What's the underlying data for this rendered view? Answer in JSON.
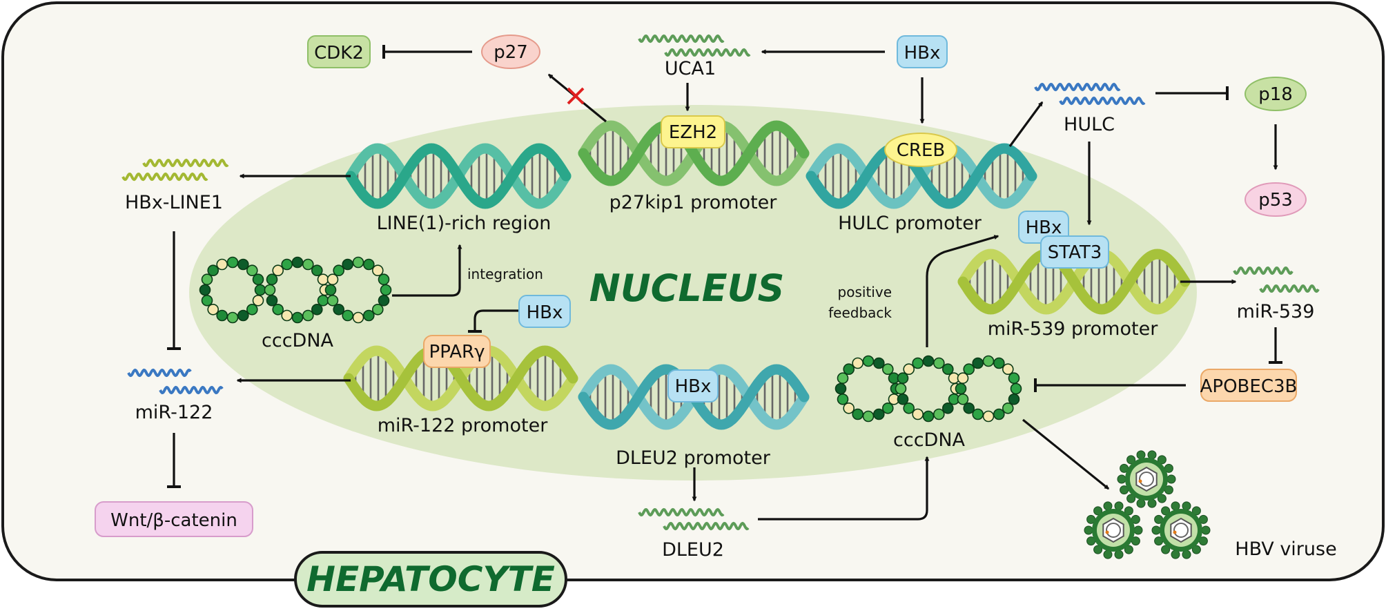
{
  "labels": {
    "cell": "HEPATOCYTE",
    "nucleus": "NUCLEUS",
    "cdk2": "CDK2",
    "p27": "p27",
    "uca1": "UCA1",
    "hbx_top": "HBx",
    "hulc": "HULC",
    "p18": "p18",
    "p53": "p53",
    "ezh2": "EZH2",
    "creb": "CREB",
    "p27_promoter": "p27kip1 promoter",
    "hulc_promoter": "HULC promoter",
    "line1_region": "LINE(1)-rich region",
    "hbx_line1": "HBx-LINE1",
    "integration": "integration",
    "cccdna_left": "cccDNA",
    "hbx_pparg": "HBx",
    "pparg": "PPARγ",
    "mir122_promoter": "miR-122 promoter",
    "mir122": "miR-122",
    "wnt": "Wnt/β-catenin",
    "hbx_dleu2": "HBx",
    "dleu2_promoter": "DLEU2 promoter",
    "dleu2": "DLEU2",
    "positive_feedback_1": "positive",
    "positive_feedback_2": "feedback",
    "hbx_stat3": "HBx",
    "stat3": "STAT3",
    "mir539_promoter": "miR-539 promoter",
    "mir539": "miR-539",
    "apobec3b": "APOBEC3B",
    "cccdna_right": "cccDNA",
    "hbv_virus": "HBV viruse"
  },
  "colors": {
    "cell_bg": "#f8f7f1",
    "nucleus_bg": "#dde8c7",
    "green_box": "#c8e1a4",
    "pink_box": "#f9d3cc",
    "blue_box": "#b7e1f3",
    "yellow_box": "#fdf48f",
    "orange_box": "#fcd7ad",
    "violet_box": "#f5d3ee",
    "nucleus_text": "#0f6a2f",
    "inhibition_x": "#e02020"
  },
  "icons": [
    "dna-helix-icon",
    "rna-strand-icon",
    "cccdna-plasmid-icon",
    "hbv-virion-icon"
  ]
}
